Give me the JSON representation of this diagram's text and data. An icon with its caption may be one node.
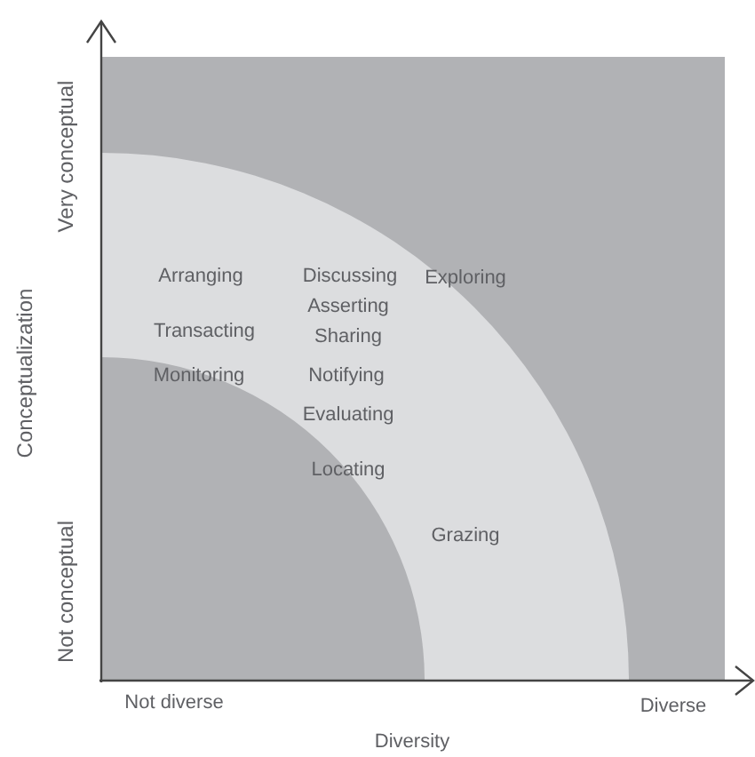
{
  "diagram": {
    "labels": [
      "Very conceptual",
      "Not conceptual",
      "Conceptualization",
      "Arranging",
      "Discussing",
      "Exploring",
      "Asserting",
      "Transacting",
      "Sharing",
      "Monitoring",
      "Notifying",
      "Evaluating",
      "Locating",
      "Grazing",
      "Not diverse",
      "Diverse",
      "Diversity"
    ]
  }
}
